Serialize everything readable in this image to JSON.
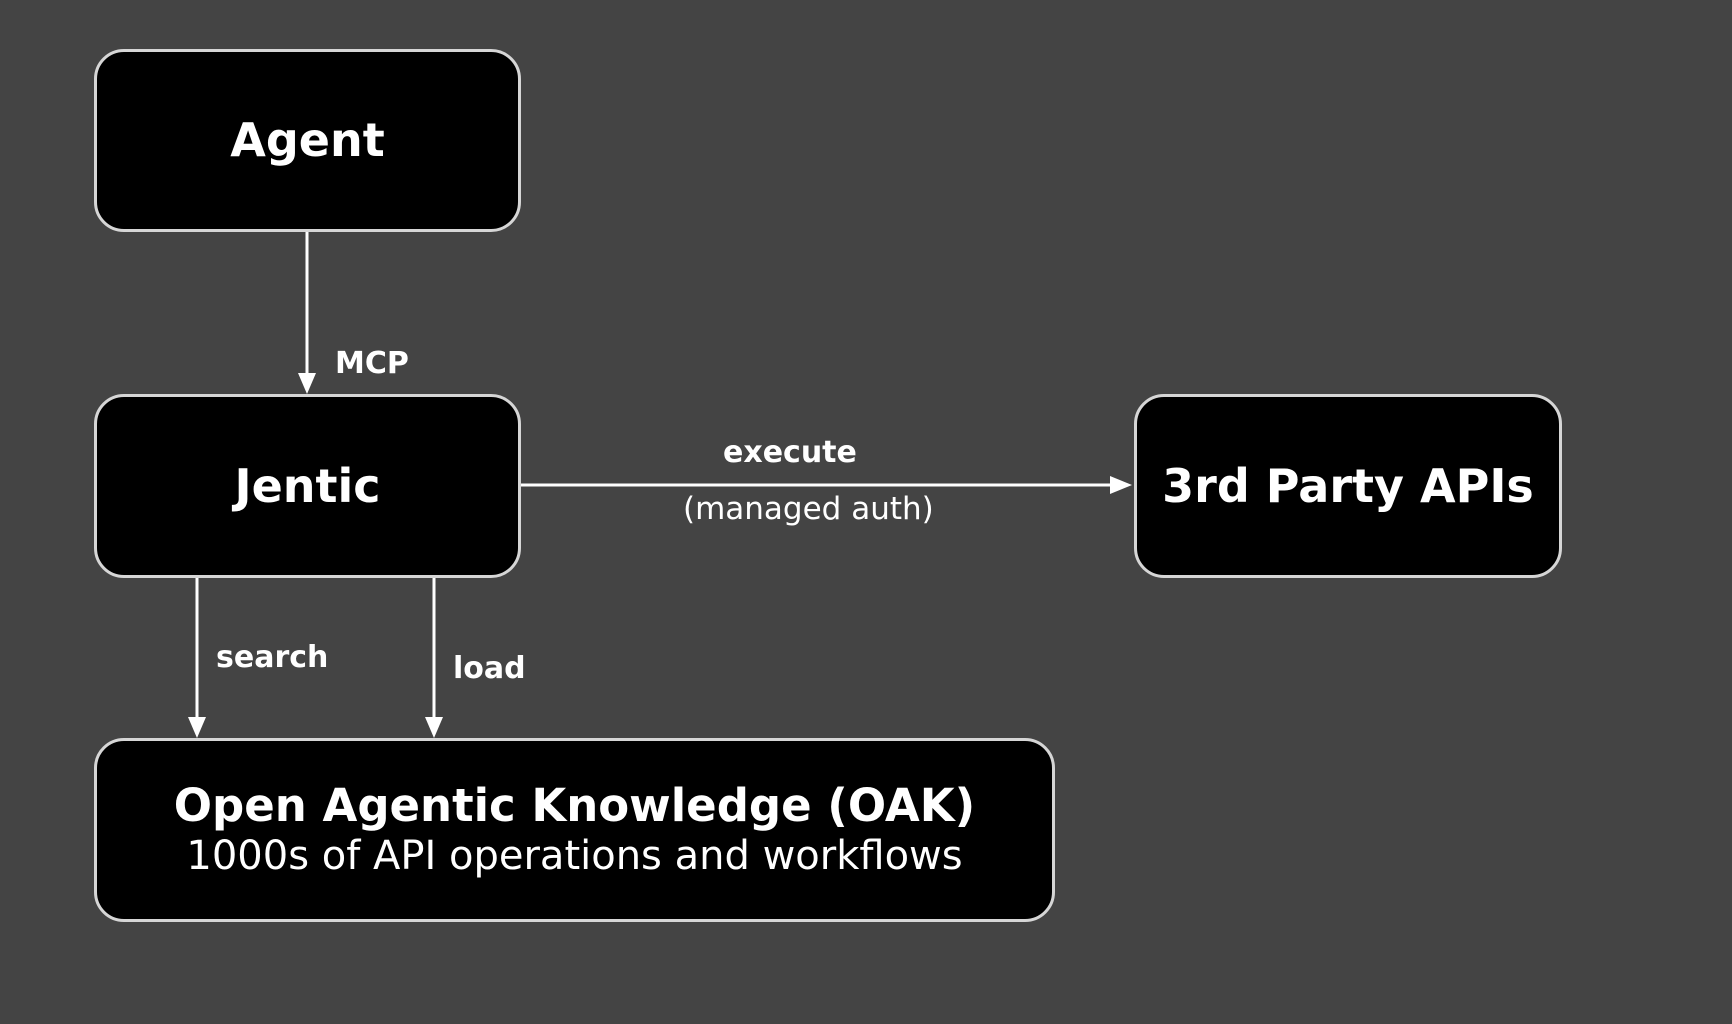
{
  "diagram": {
    "background_color": "#444444",
    "node_fill_color": "#000000",
    "node_border_color": "#d6d6d6",
    "text_color": "#ffffff",
    "nodes": {
      "agent": {
        "title": "Agent"
      },
      "jentic": {
        "title": "Jentic"
      },
      "third_party": {
        "title": "3rd Party APIs"
      },
      "oak": {
        "title": "Open Agentic Knowledge (OAK)",
        "subtitle": "1000s of API operations and workflows"
      }
    },
    "edges": {
      "mcp": {
        "from": "Agent",
        "to": "Jentic",
        "label": "MCP"
      },
      "execute": {
        "from": "Jentic",
        "to": "3rd Party APIs",
        "label": "execute",
        "sublabel": "(managed auth)"
      },
      "search": {
        "from": "Jentic",
        "to": "Open Agentic Knowledge (OAK)",
        "label": "search"
      },
      "load": {
        "from": "Jentic",
        "to": "Open Agentic Knowledge (OAK)",
        "label": "load"
      }
    }
  }
}
